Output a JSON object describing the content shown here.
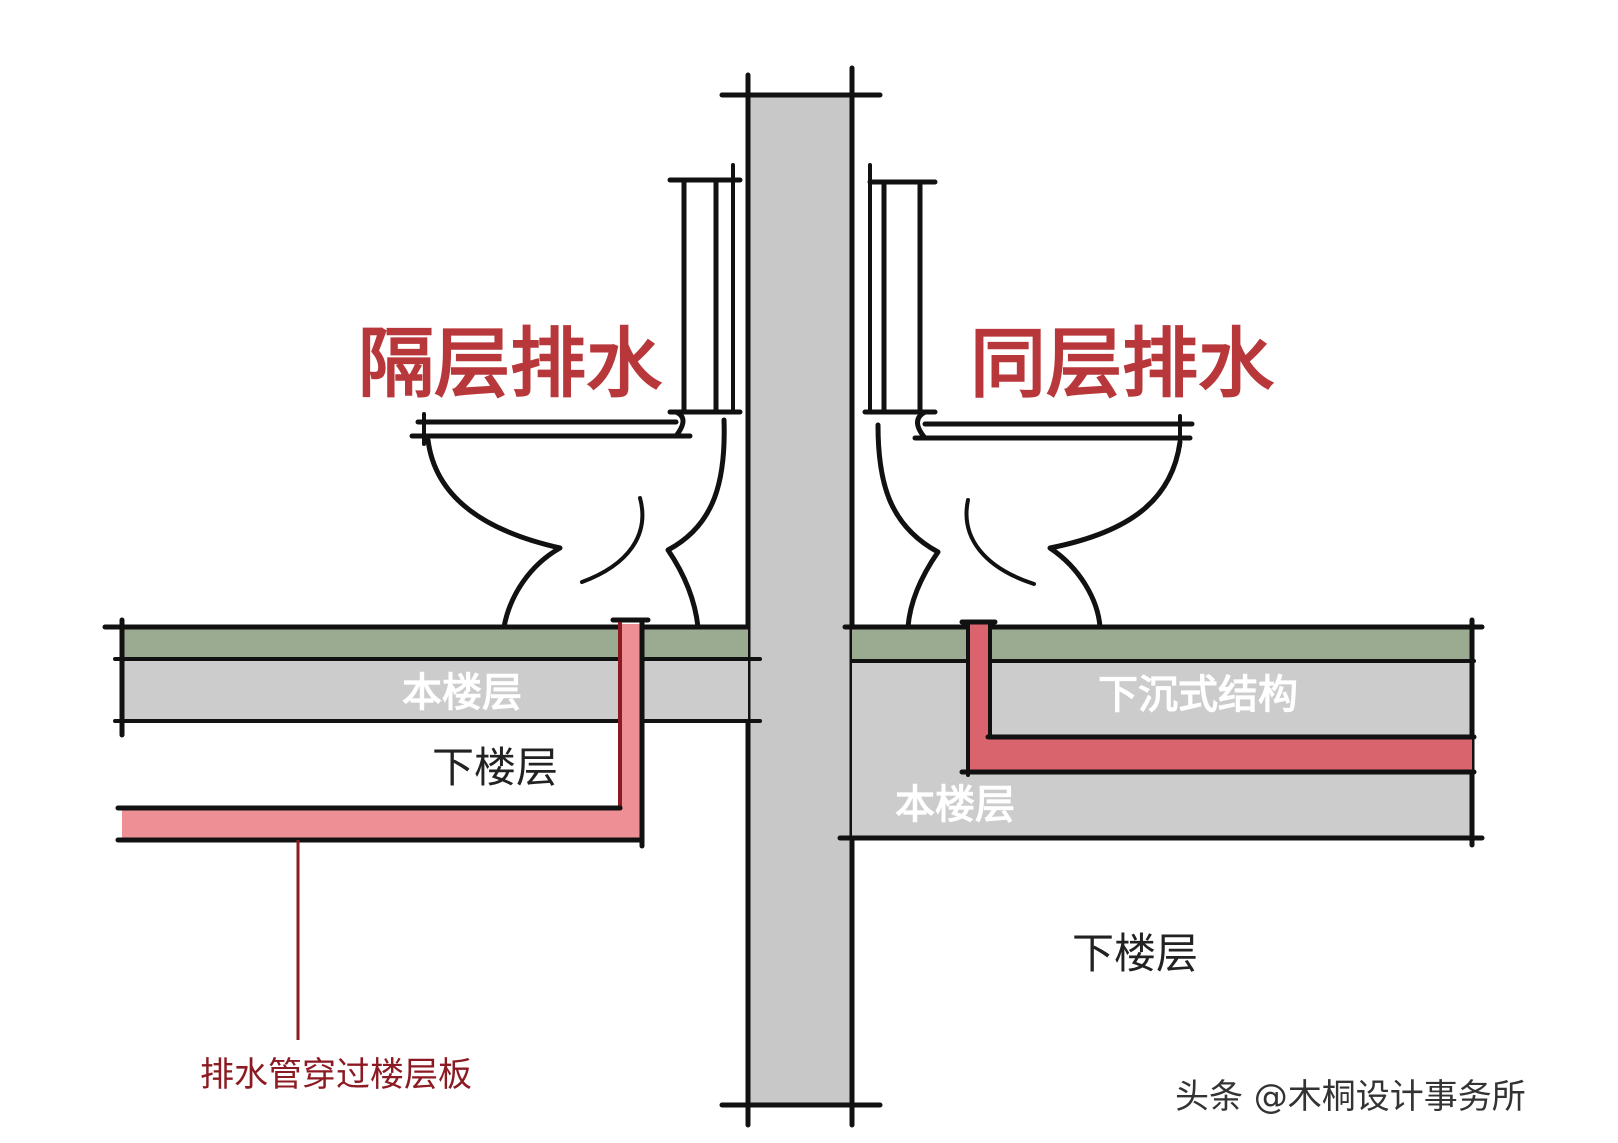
{
  "labels": {
    "left_title": "隔层排水",
    "right_title": "同层排水",
    "left_floor_slab": "本楼层",
    "left_lower_floor": "下楼层",
    "right_sunken_structure": "下沉式结构",
    "right_floor_slab": "本楼层",
    "right_lower_floor": "下楼层",
    "pipe_callout": "排水管穿过楼层板",
    "watermark": "头条 @木桐设计事务所"
  },
  "colors": {
    "title_red": "#b8373a",
    "callout_red": "#8c1a22",
    "pipe_fill": "#ee8f96",
    "pipe_fill_dark": "#d9646e",
    "pipe_outline": "#8c1a22",
    "slab_green": "#9aab92",
    "slab_gray": "#cccccc",
    "wall_gray": "#c8c8c8",
    "line": "#111111",
    "text_dark": "#222222",
    "text_white": "#ffffff"
  },
  "icons": {
    "left_fixture": "toilet-icon",
    "right_fixture": "toilet-icon"
  }
}
